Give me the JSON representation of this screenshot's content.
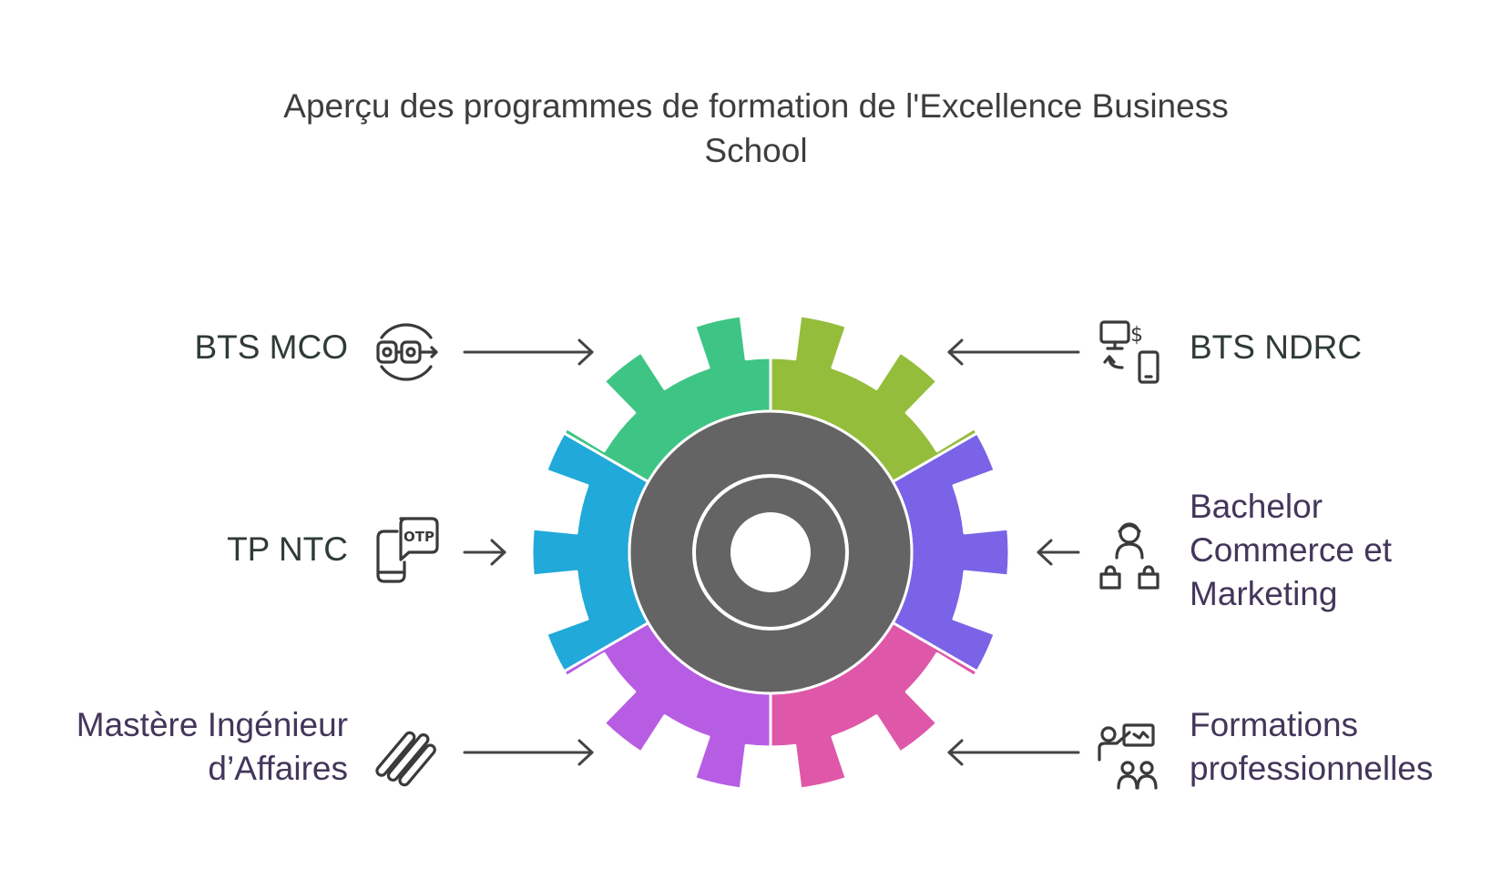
{
  "title": {
    "line1": "Aperçu des programmes de formation de l'Excellence Business",
    "line2": "School"
  },
  "colors": {
    "hub": "#646464",
    "title_text": "#3d3d3d",
    "dark_label": "#2f3b38",
    "purple_label": "#43365a",
    "icon": "#3a3a3a",
    "arrow": "#444444"
  },
  "programs": [
    {
      "id": "bts-mco",
      "lines": [
        "BTS MCO"
      ],
      "side": "left",
      "color": "#3ec585",
      "icon": "loop-device-icon"
    },
    {
      "id": "bts-ndrc",
      "lines": [
        "BTS NDRC"
      ],
      "side": "right",
      "color": "#95bd3c",
      "icon": "computer-payment-phone-icon"
    },
    {
      "id": "tp-ntc",
      "lines": [
        "TP NTC"
      ],
      "side": "left",
      "color": "#21a9d9",
      "icon": "otp-phone-icon"
    },
    {
      "id": "bachelor",
      "lines": [
        "Bachelor",
        "Commerce et",
        "Marketing"
      ],
      "side": "right",
      "color": "#7a63e6",
      "icon": "user-shopping-bags-icon"
    },
    {
      "id": "mastere",
      "lines": [
        "Mastère Ingénieur",
        "d’Affaires"
      ],
      "side": "left",
      "color": "#b75de4",
      "icon": "pills-stack-icon"
    },
    {
      "id": "formations-pro",
      "lines": [
        "Formations",
        "professionnelles"
      ],
      "side": "right",
      "color": "#df57a8",
      "icon": "presenter-audience-icon"
    }
  ]
}
